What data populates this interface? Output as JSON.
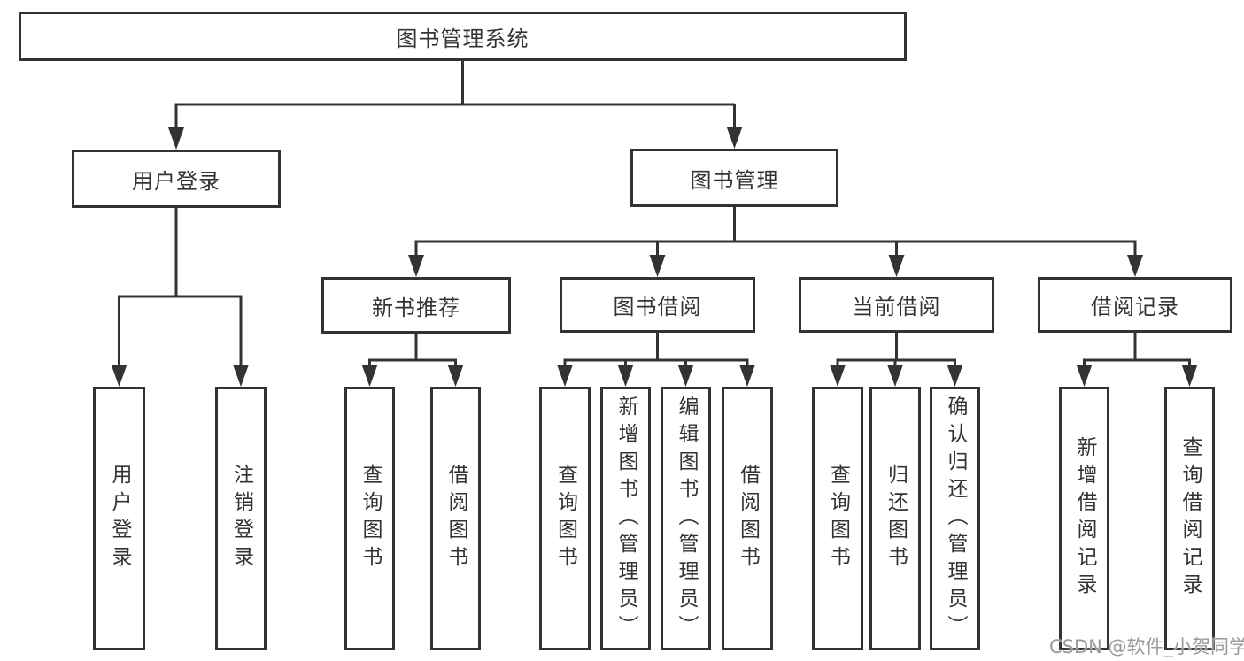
{
  "diagram": {
    "root": {
      "label": "图书管理系统"
    },
    "branches": [
      {
        "label": "用户登录",
        "children": [
          {
            "label": "用户登录"
          },
          {
            "label": "注销登录"
          }
        ]
      },
      {
        "label": "图书管理",
        "children": [
          {
            "label": "新书推荐",
            "children": [
              {
                "label": "查询图书"
              },
              {
                "label": "借阅图书"
              }
            ]
          },
          {
            "label": "图书借阅",
            "children": [
              {
                "label": "查询图书"
              },
              {
                "label": "新增图书（管理员）"
              },
              {
                "label": "编辑图书（管理员）"
              },
              {
                "label": "借阅图书"
              }
            ]
          },
          {
            "label": "当前借阅",
            "children": [
              {
                "label": "查询图书"
              },
              {
                "label": "归还图书"
              },
              {
                "label": "确认归还（管理员）"
              }
            ]
          },
          {
            "label": "借阅记录",
            "children": [
              {
                "label": "新增借阅记录"
              },
              {
                "label": "查询借阅记录"
              }
            ]
          }
        ]
      }
    ]
  },
  "watermark": {
    "text": "CSDN @软件_小贺同学"
  },
  "colors": {
    "line": "#333333",
    "text": "#333333",
    "background": "#ffffff",
    "watermark": "#9a9a9a"
  }
}
